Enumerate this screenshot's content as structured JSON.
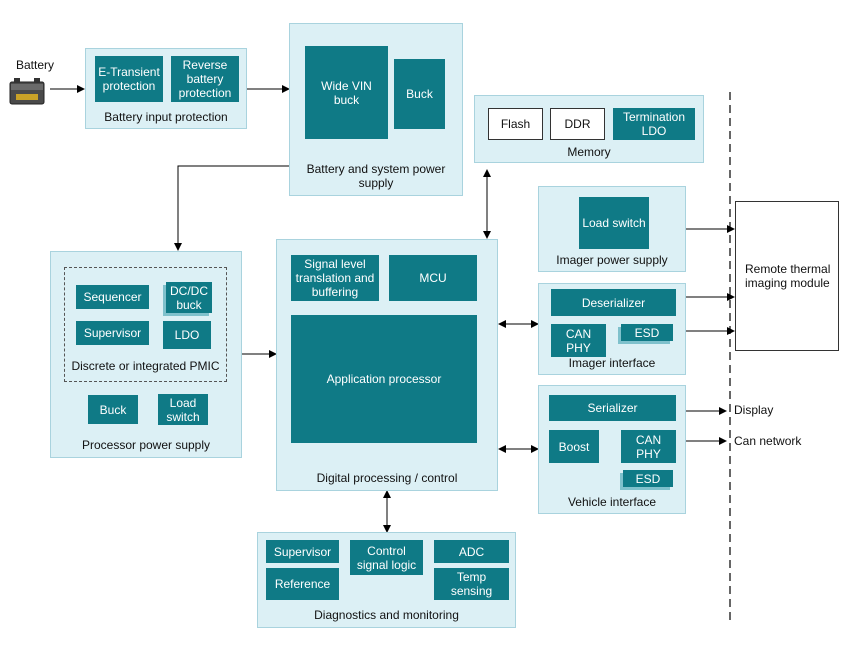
{
  "battery": {
    "label": "Battery",
    "icon": "battery-icon"
  },
  "battery_input_protection": {
    "title": "Battery input protection",
    "blocks": [
      "E-Transient\nprotection",
      "Reverse\nbattery\nprotection"
    ]
  },
  "battery_system_power": {
    "title": "Battery and system power\nsupply",
    "blocks": [
      "Wide VIN\nbuck",
      "Buck"
    ]
  },
  "memory": {
    "title": "Memory",
    "blocks": [
      "Flash",
      "DDR",
      "Termination\nLDO"
    ]
  },
  "imager_power_supply": {
    "title": "Imager power supply",
    "blocks": [
      "Load switch"
    ]
  },
  "remote_module": {
    "label": "Remote thermal\nimaging module"
  },
  "imager_interface": {
    "title": "Imager interface",
    "blocks": [
      "Deserializer",
      "CAN\nPHY",
      "ESD"
    ]
  },
  "vehicle_interface": {
    "title": "Vehicle interface",
    "blocks": [
      "Serializer",
      "Boost",
      "CAN\nPHY",
      "ESD"
    ]
  },
  "outputs": {
    "display": "Display",
    "can_network": "Can network"
  },
  "processor_power_supply": {
    "title": "Processor power supply",
    "pmic_title": "Discrete or integrated PMIC",
    "blocks": [
      "Sequencer",
      "DC/DC\nbuck",
      "Supervisor",
      "LDO",
      "Buck",
      "Load\nswitch"
    ]
  },
  "digital_processing": {
    "title": "Digital processing / control",
    "blocks": [
      "Signal level\ntranslation and\nbuffering",
      "MCU",
      "Application processor"
    ]
  },
  "diagnostics": {
    "title": "Diagnostics and monitoring",
    "blocks": [
      "Supervisor",
      "Control\nsignal logic",
      "ADC",
      "Reference",
      "Temp\nsensing"
    ]
  },
  "colors": {
    "block": "#0f7a86",
    "group": "#dcf0f5",
    "group_border": "#a9d3de",
    "line": "#000000"
  }
}
